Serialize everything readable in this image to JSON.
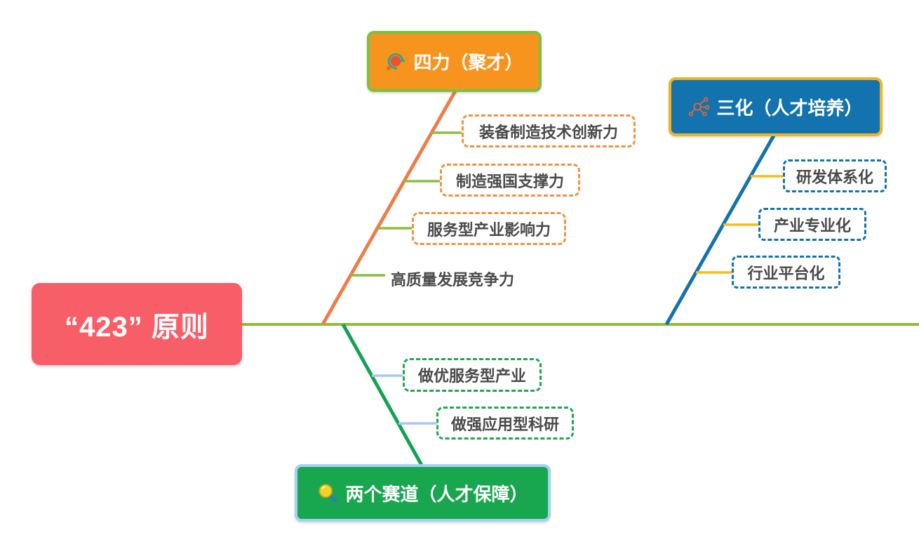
{
  "root": {
    "label": "“423” 原则"
  },
  "branches": [
    {
      "id": "four-forces",
      "label": "四力（聚才）",
      "icon": "sync-icon",
      "children": [
        {
          "label": "装备制造技术创新力",
          "style": "dashed-box"
        },
        {
          "label": "制造强国支撑力",
          "style": "dashed-box"
        },
        {
          "label": "服务型产业影响力",
          "style": "dashed-box"
        },
        {
          "label": "高质量发展竞争力",
          "style": "plain-text"
        }
      ]
    },
    {
      "id": "three-izations",
      "label": "三化（人才培养）",
      "icon": "network-icon",
      "children": [
        {
          "label": "研发体系化",
          "style": "dashed-box"
        },
        {
          "label": "产业专业化",
          "style": "dashed-box"
        },
        {
          "label": "行业平台化",
          "style": "dashed-box"
        }
      ]
    },
    {
      "id": "two-tracks",
      "label": "两个赛道（人才保障）",
      "icon": "magnifier-icon",
      "children": [
        {
          "label": "做优服务型产业",
          "style": "dashed-box"
        },
        {
          "label": "做强应用型科研",
          "style": "dashed-box"
        }
      ]
    }
  ],
  "colors": {
    "root_bg": "#f85e68",
    "spine_green": "#8cbe3c",
    "branch_orange": "#ed7d49",
    "branch_blue": "#1273ae",
    "branch_green": "#12a352",
    "orange_fill": "#f7941d",
    "orange_border": "#7ac143",
    "blue_fill": "#1273ae",
    "blue_border": "#f0b41f",
    "green_fill": "#18a74e",
    "green_border": "#a3d1f5",
    "dash_orange": "#f5913d",
    "dash_blue": "#1273ae",
    "dash_green": "#1fa750",
    "conn_yellow": "#f5bd1f",
    "conn_lightblue": "#a8c8ee"
  }
}
